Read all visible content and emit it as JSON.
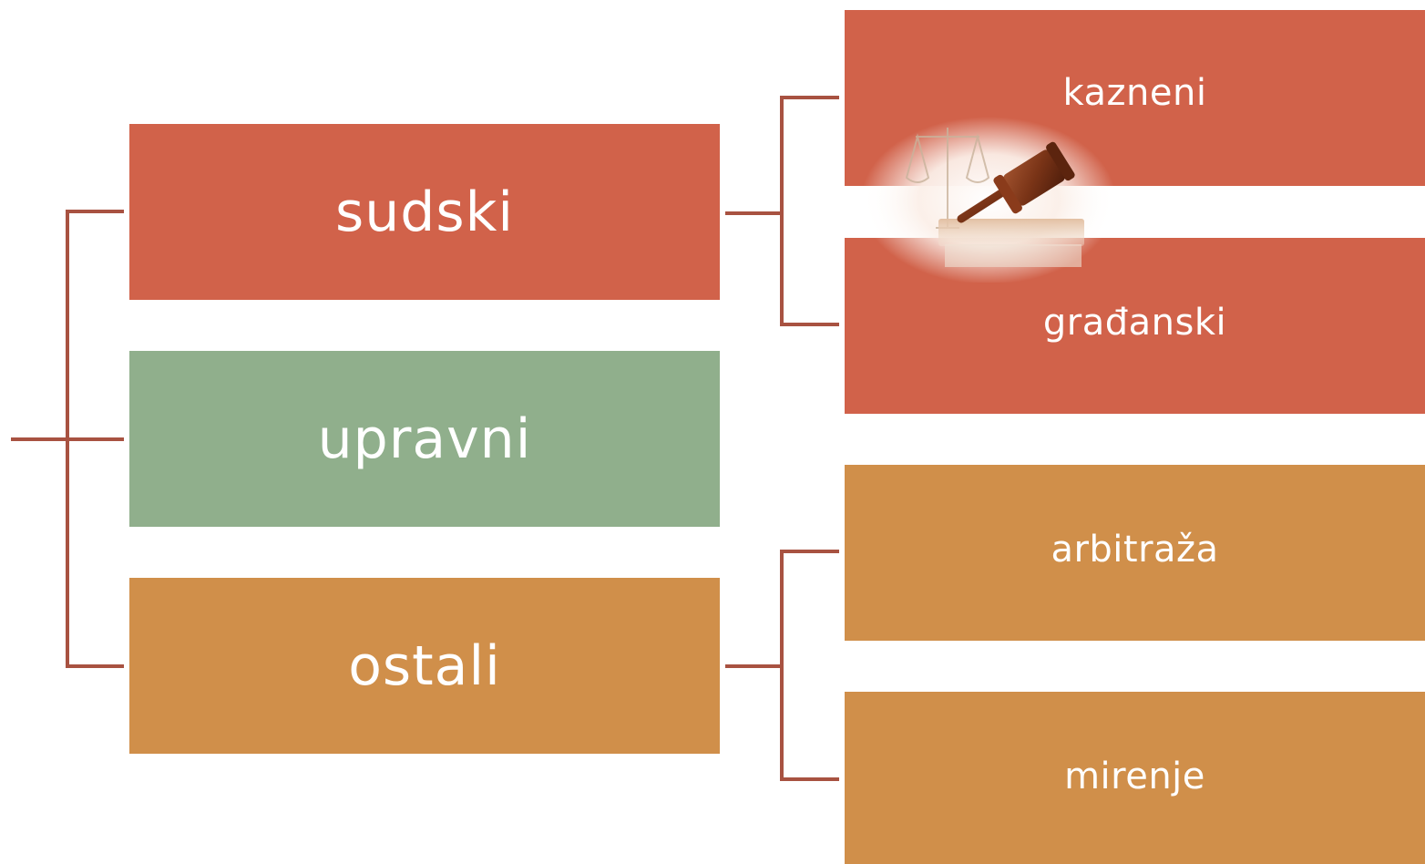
{
  "colors": {
    "red": "#d1624a",
    "green": "#90af8c",
    "orange": "#d08f4a",
    "connector": "#a85241"
  },
  "level1": {
    "sudski": "sudski",
    "upravni": "upravni",
    "ostali": "ostali"
  },
  "level2": {
    "kazneni": "kazneni",
    "gradjanski": "građanski",
    "arbitraza": "arbitraža",
    "mirenje": "mirenje"
  },
  "icons": {
    "gavel": "gavel-icon"
  }
}
